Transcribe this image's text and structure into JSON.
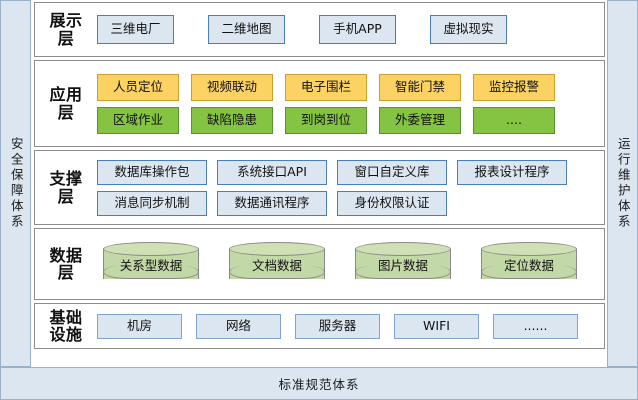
{
  "diagram": {
    "title_left_band": "安全保障体系",
    "title_right_band": "运行维护体系",
    "bottom_bar": "标准规范体系",
    "colors": {
      "band_fill": "#dce6f1",
      "band_border": "#9aafc8",
      "panel_border": "#8c8c8c",
      "blue_box_fill": "#dce6f1",
      "blue_box_border": "#4a7ebb",
      "orange_box_fill": "#fcd265",
      "orange_box_border": "#cf9f2c",
      "green_box_fill": "#85c442",
      "green_box_border": "#5d9030",
      "cylinder_fill": "#c3d8a7",
      "cylinder_border": "#8a8a8a"
    },
    "layers": [
      {
        "name": "展示层",
        "rows": [
          {
            "items": [
              "三维电厂",
              "二维地图",
              "手机APP",
              "虚拟现实"
            ]
          }
        ]
      },
      {
        "name": "应用层",
        "rows": [
          {
            "items": [
              "人员定位",
              "视频联动",
              "电子围栏",
              "智能门禁",
              "监控报警"
            ]
          },
          {
            "items": [
              "区域作业",
              "缺陷隐患",
              "到岗到位",
              "外委管理",
              "...."
            ]
          }
        ]
      },
      {
        "name": "支撑层",
        "rows": [
          {
            "items": [
              "数据库操作包",
              "系统接口API",
              "窗口自定义库",
              "报表设计程序"
            ]
          },
          {
            "items": [
              "消息同步机制",
              "数据通讯程序",
              "身份权限认证"
            ]
          }
        ]
      },
      {
        "name": "数据层",
        "rows": [
          {
            "items": [
              "关系型数据",
              "文档数据",
              "图片数据",
              "定位数据"
            ]
          }
        ]
      },
      {
        "name": "基础设施",
        "rows": [
          {
            "items": [
              "机房",
              "网络",
              "服务器",
              "WIFI",
              "......"
            ]
          }
        ]
      }
    ]
  }
}
